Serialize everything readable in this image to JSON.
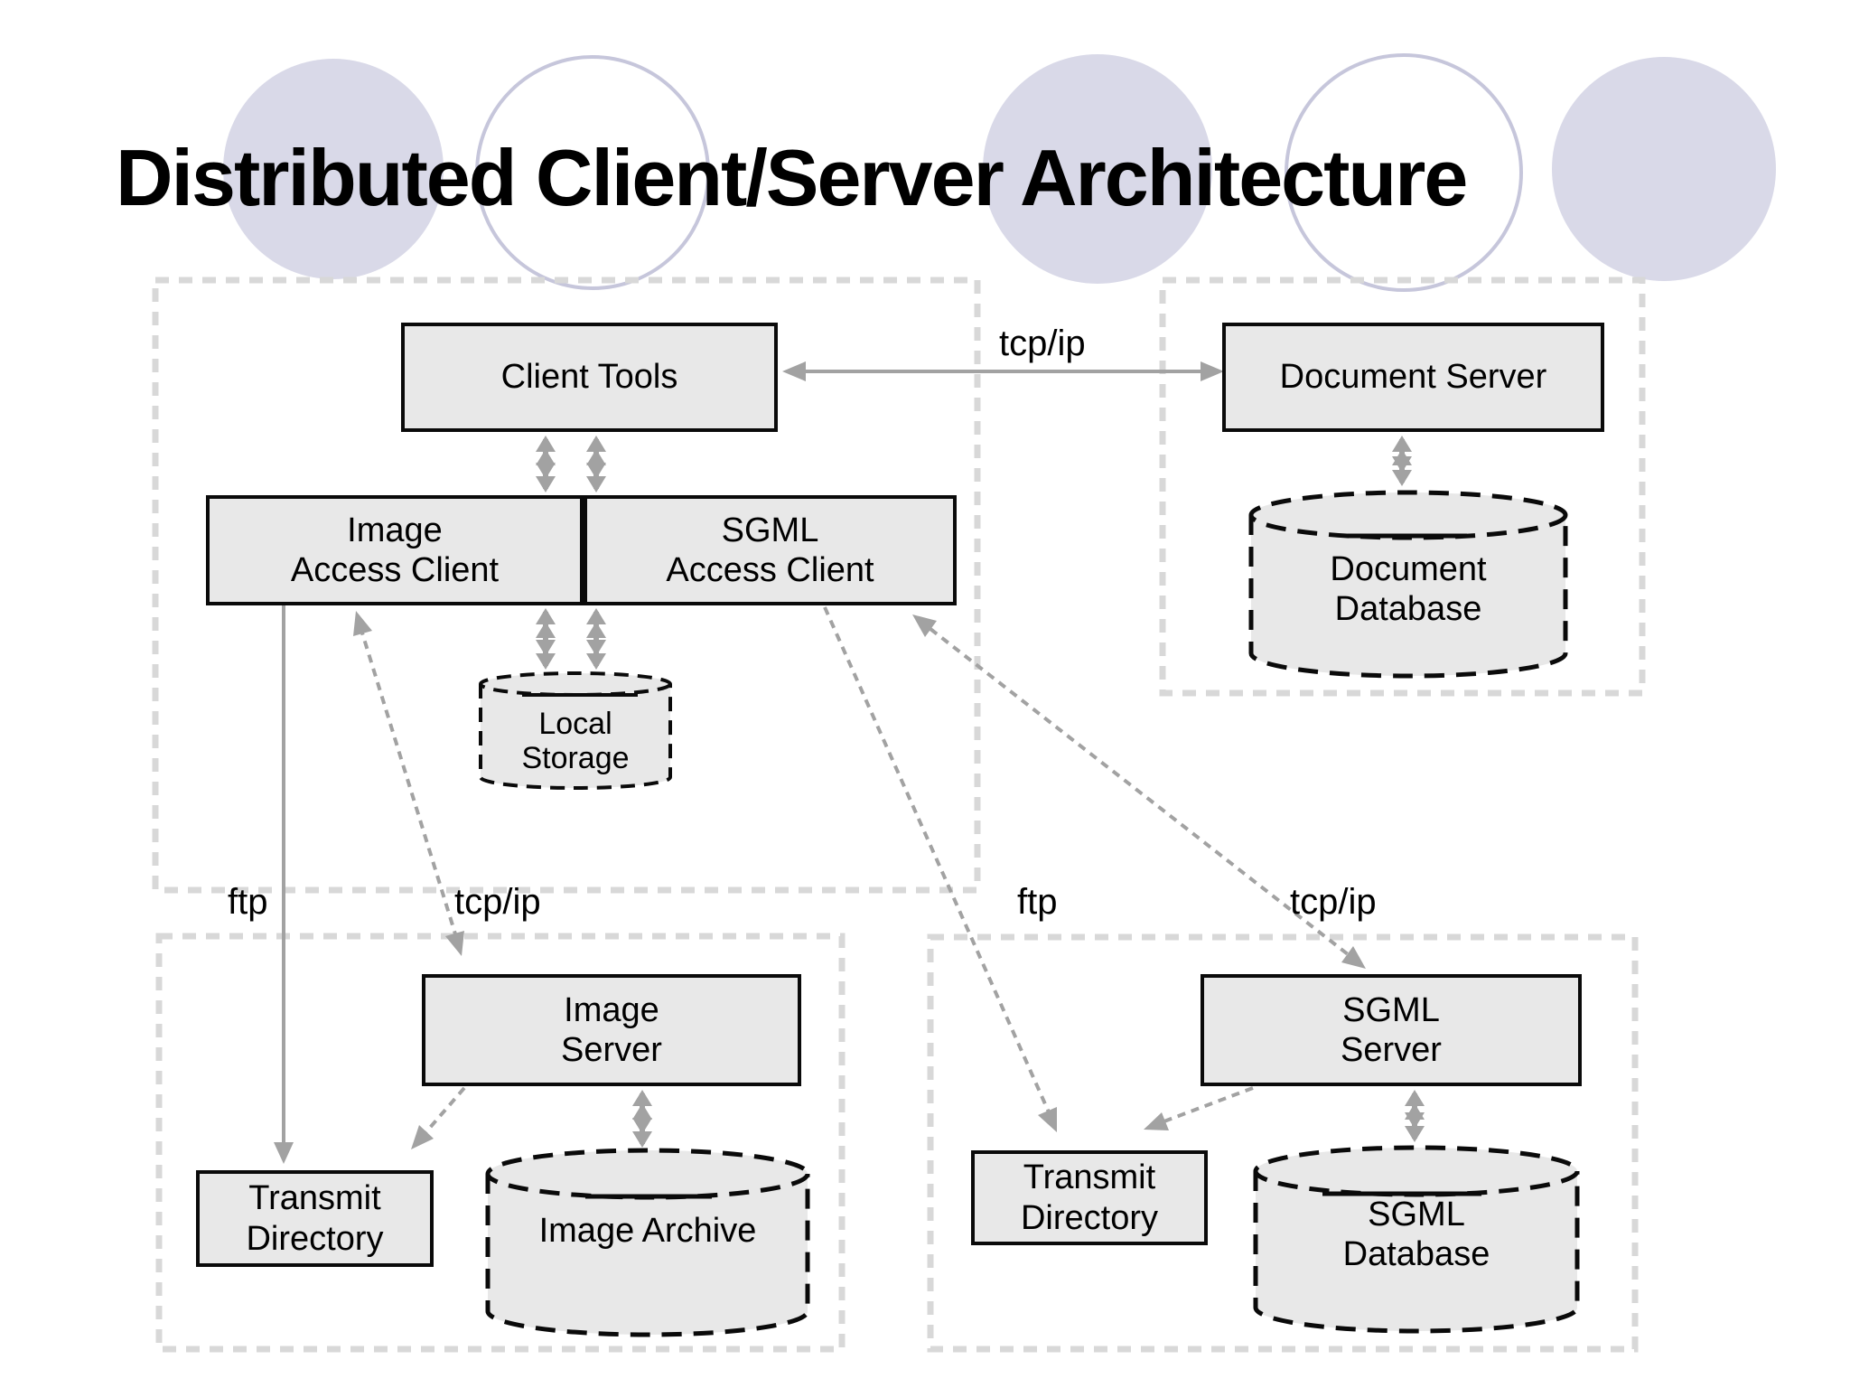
{
  "title": "Distributed Client/Server Architecture",
  "nodes": {
    "client_tools": {
      "label": "Client Tools"
    },
    "document_server": {
      "label": "Document Server"
    },
    "image_access_client": {
      "label": "Image\nAccess Client"
    },
    "sgml_access_client": {
      "label": "SGML\nAccess Client"
    },
    "local_storage": {
      "label": "Local\nStorage"
    },
    "document_database": {
      "label": "Document\nDatabase"
    },
    "image_server": {
      "label": "Image\nServer"
    },
    "sgml_server": {
      "label": "SGML\nServer"
    },
    "transmit_directory_left": {
      "label": "Transmit\nDirectory"
    },
    "image_archive": {
      "label": "Image Archive"
    },
    "transmit_directory_right": {
      "label": "Transmit\nDirectory"
    },
    "sgml_database": {
      "label": "SGML\nDatabase"
    }
  },
  "connection_labels": {
    "tcpip_top": "tcp/ip",
    "ftp_left": "ftp",
    "tcpip_left": "tcp/ip",
    "ftp_right": "ftp",
    "tcpip_right": "tcp/ip"
  },
  "colors": {
    "title_text": "#000000",
    "box_fill": "#e8e8e8",
    "box_border": "#0a0a0a",
    "container_dash": "#d8d8d8",
    "arrow": "#a2a2a2",
    "circle_fill": "#d9d9e8",
    "circle_outline": "#c6c6db"
  }
}
